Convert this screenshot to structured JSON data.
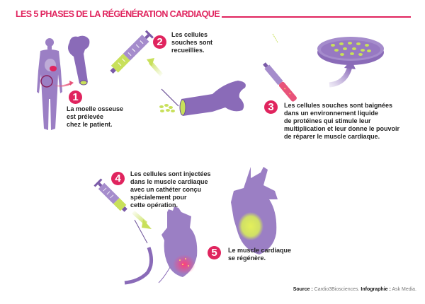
{
  "title": "LES 5 PHASES DE LA RÉGÉNÉRATION CARDIAQUE",
  "colors": {
    "accent": "#e0245e",
    "purple": "#8a6bb8",
    "purple_light": "#a58ccc",
    "green": "#c8e05a",
    "pink": "#e8537a"
  },
  "steps": [
    {
      "number": "1",
      "lines": [
        "La moelle osseuse",
        "est prélevée",
        "chez le patient."
      ]
    },
    {
      "number": "2",
      "lines": [
        "Les cellules",
        "souches sont",
        "recueillies."
      ]
    },
    {
      "number": "3",
      "lines": [
        "Les cellules souches sont baignées",
        "dans un environnement liquide",
        "de protéines qui stimule leur",
        "multiplication et leur donne le pouvoir",
        "de réparer le muscle cardiaque."
      ]
    },
    {
      "number": "4",
      "lines": [
        "Les cellules sont injectées",
        "dans le muscle cardiaque",
        "avec un cathéter conçu",
        "spécialement pour",
        "cette opération."
      ]
    },
    {
      "number": "5",
      "lines": [
        "Le muscle cardiaque",
        "se régénère."
      ]
    }
  ],
  "footer": {
    "source_label": "Source :",
    "source_value": "Cardio3Biosciences.",
    "credit_label": "Infographie :",
    "credit_value": "Ask Media."
  }
}
